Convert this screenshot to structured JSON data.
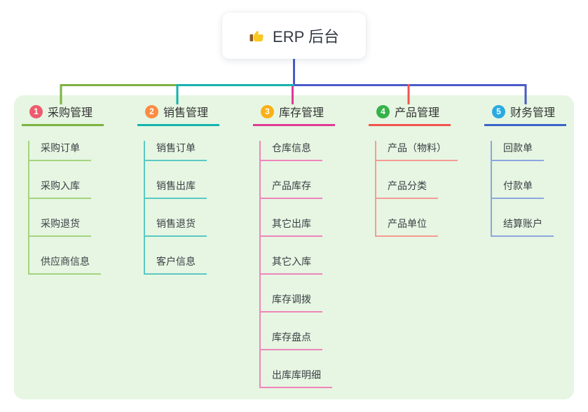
{
  "root": {
    "label": "ERP 后台",
    "icon": "thumbs-up"
  },
  "colors": {
    "page_bg": "#ffffff",
    "panel_bg": "#e6f6e2",
    "root_text": "#333a46",
    "trunk": "#4a5ac8"
  },
  "branches": [
    {
      "key": "purchase",
      "num": "1",
      "title": "采购管理",
      "badge_color": "#ee5b6e",
      "line_color": "#7cb342",
      "child_line_color": "#a5d47f",
      "children": [
        "采购订单",
        "采购入库",
        "采购退货",
        "供应商信息"
      ]
    },
    {
      "key": "sales",
      "num": "2",
      "title": "销售管理",
      "badge_color": "#fa8c42",
      "line_color": "#16b3ae",
      "child_line_color": "#5bc9c4",
      "children": [
        "销售订单",
        "销售出库",
        "销售退货",
        "客户信息"
      ]
    },
    {
      "key": "inventory",
      "num": "3",
      "title": "库存管理",
      "badge_color": "#fbb018",
      "line_color": "#e03a97",
      "child_line_color": "#ef85bc",
      "children": [
        "仓库信息",
        "产品库存",
        "其它出库",
        "其它入库",
        "库存调拨",
        "库存盘点",
        "出库库明细"
      ]
    },
    {
      "key": "product",
      "num": "4",
      "title": "产品管理",
      "badge_color": "#35b24a",
      "line_color": "#f2544e",
      "child_line_color": "#f69b94",
      "children": [
        "产品（物料）",
        "产品分类",
        "产品单位"
      ]
    },
    {
      "key": "finance",
      "num": "5",
      "title": "财务管理",
      "badge_color": "#2ba9e1",
      "line_color": "#3c63c9",
      "child_line_color": "#8ca6de",
      "children": [
        "回款单",
        "付款单",
        "结算账户"
      ]
    }
  ]
}
